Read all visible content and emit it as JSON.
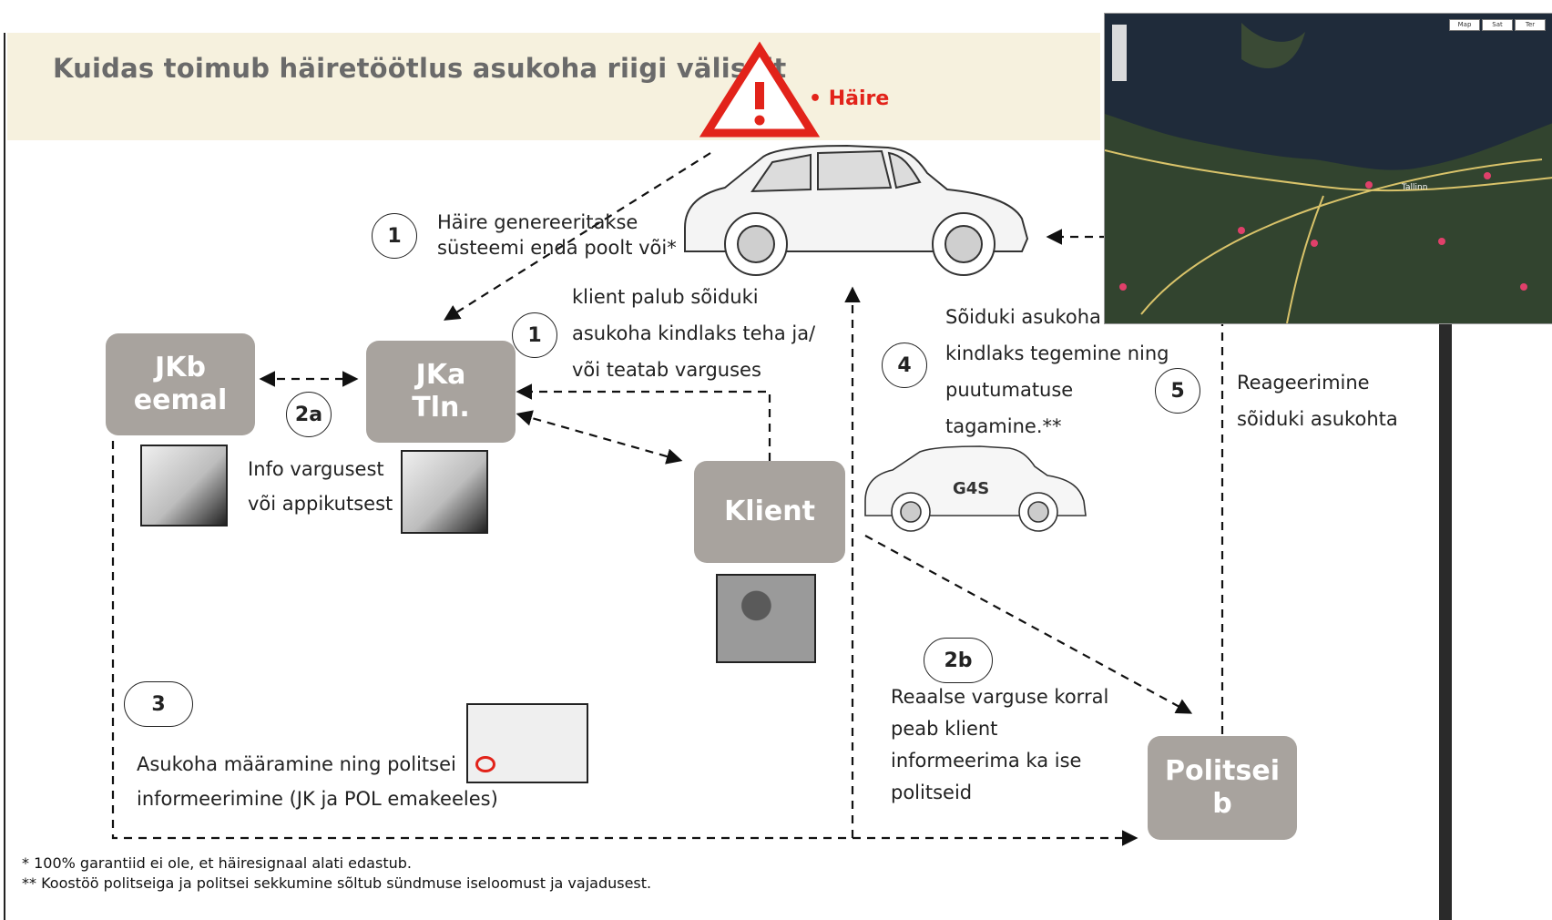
{
  "title": "Kuidas toimub häiretöötlus asukoha riigi väliselt",
  "alarm": {
    "label": "• Häire",
    "icon": "warning-triangle-icon",
    "color": "#e2231a"
  },
  "boxes": {
    "jkb": "JKb\neemal",
    "jka": "JKa\nTln.",
    "klient": "Klient",
    "politsei": "Politsei\nb"
  },
  "steps": {
    "s1a": {
      "num": "1",
      "lines": [
        "Häire genereeritakse",
        "süsteemi enda poolt või*"
      ]
    },
    "s1b": {
      "num": "1",
      "lines": [
        "klient palub sõiduki",
        "asukoha kindlaks teha ja/",
        "või teatab varguses"
      ]
    },
    "s2a": {
      "num": "2a",
      "lines": [
        "Info vargusest",
        "või appikutsest"
      ]
    },
    "s2b": {
      "num": "2b",
      "lines": [
        "Reaalse varguse korral",
        "peab klient",
        "informeerima ka ise",
        "politseid"
      ]
    },
    "s3": {
      "num": "3",
      "lines": [
        "Asukoha määramine ning politsei",
        "informeerimine (JK ja POL emakeeles)"
      ]
    },
    "s4": {
      "num": "4",
      "lines": [
        "Sõiduki asukoha",
        "kindlaks tegemine ning",
        "puutumatuse",
        "tagamine.**"
      ]
    },
    "s5": {
      "num": "5",
      "lines": [
        "Reageerimine",
        "sõiduki asukohta"
      ]
    }
  },
  "map": {
    "buttons": [
      "Map",
      "Sat",
      "Ter"
    ],
    "city": "Tallinn"
  },
  "security_car_logo": "G4S",
  "footnotes": [
    "*   100% garantiid ei ole, et häiresignaal alati edastub.",
    "** Koostöö politseiga ja politsei sekkumine sõltub sündmuse iseloomust ja vajadusest."
  ],
  "colors": {
    "box": "#a8a39e",
    "header_band": "#f6f1de",
    "title": "#6a6a6a"
  }
}
